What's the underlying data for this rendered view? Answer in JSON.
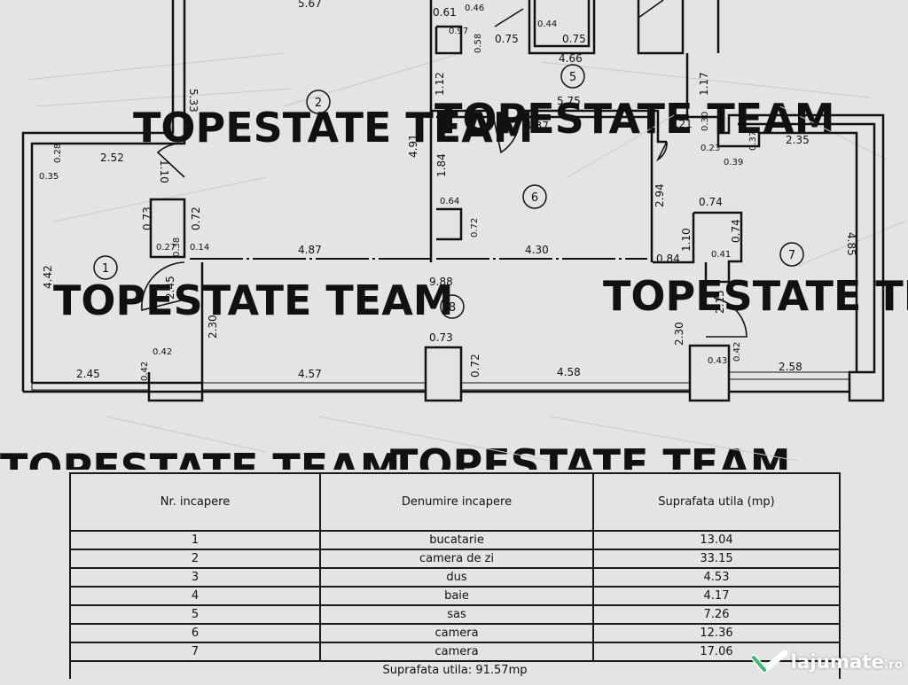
{
  "plan": {
    "watermark": "TOPESTATE TEAM",
    "room_numbers": [
      "1",
      "2",
      "5",
      "6",
      "7",
      "8"
    ],
    "dimensions": [
      "5.67",
      "5.33",
      "2.52",
      "1.10",
      "0.35",
      "0.28",
      "0.73",
      "0.72",
      "0.27",
      "0.38",
      "0.14",
      "4.42",
      "2.45",
      "2.30",
      "0.42",
      "0.42",
      "2.45",
      "4.87",
      "4.91",
      "1.84",
      "0.64",
      "0.72",
      "4.30",
      "9.88",
      "0.73",
      "0.72",
      "4.57",
      "4.58",
      "0.61",
      "0.46",
      "0.97",
      "0.58",
      "0.75",
      "0.44",
      "0.75",
      "1.12",
      "4.66",
      "1.17",
      "5.75",
      "4/37",
      "1.21",
      "0.30",
      "0.23",
      "0.39",
      "0.37",
      "2.35",
      "2.94",
      "0.74",
      "0.74",
      "1.10",
      "0.41",
      "0.84",
      "2.15",
      "2.30",
      "0.43",
      "0.42",
      "2.58",
      "4.85"
    ]
  },
  "table": {
    "headers": [
      "Nr. incapere",
      "Denumire incapere",
      "Suprafata utila (mp)"
    ],
    "rows": [
      {
        "nr": "1",
        "name": "bucatarie",
        "area": "13.04"
      },
      {
        "nr": "2",
        "name": "camera de zi",
        "area": "33.15"
      },
      {
        "nr": "3",
        "name": "dus",
        "area": "4.53"
      },
      {
        "nr": "4",
        "name": "baie",
        "area": "4.17"
      },
      {
        "nr": "5",
        "name": "sas",
        "area": "7.26"
      },
      {
        "nr": "6",
        "name": "camera",
        "area": "12.36"
      },
      {
        "nr": "7",
        "name": "camera",
        "area": "17.06"
      }
    ],
    "total": "Suprafata utila: 91.57mp"
  },
  "logo": {
    "name": "lajumate",
    "tld": ".ro",
    "colors": {
      "green": "#2fbf71",
      "text": "#ffffff"
    }
  }
}
